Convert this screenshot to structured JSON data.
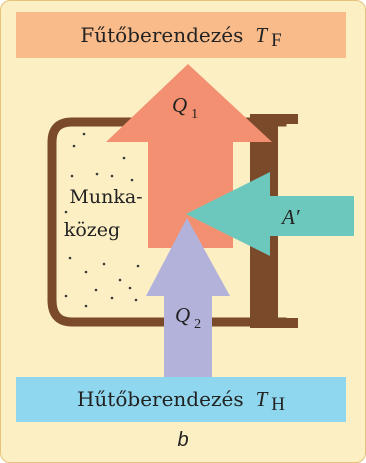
{
  "hot_reservoir": {
    "label": "Fűtőberendezés",
    "symbol": "T",
    "subscript": "F",
    "color": "#f9bb8a"
  },
  "cold_reservoir": {
    "label": "Hűtőberendezés",
    "symbol": "T",
    "subscript": "H",
    "color": "#8fd7ef"
  },
  "working_medium": {
    "line1": "Munka-",
    "line2": "közeg",
    "border_color": "#7a4a2a"
  },
  "arrows": {
    "heat_out": {
      "symbol": "Q",
      "subscript": "1",
      "color": "#f39071"
    },
    "heat_in": {
      "symbol": "Q",
      "subscript": "2",
      "color": "#b2b2db"
    },
    "work": {
      "symbol": "A′",
      "color": "#6cc8bd"
    }
  },
  "caption": "b"
}
